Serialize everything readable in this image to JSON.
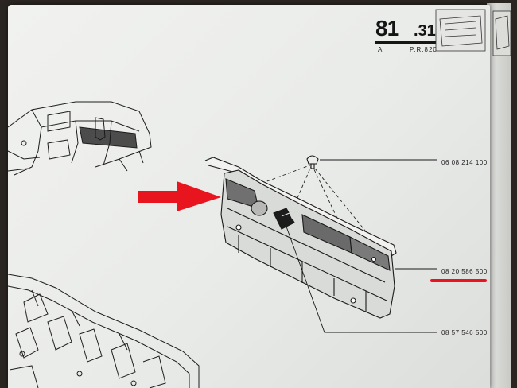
{
  "header": {
    "section_number": "81",
    "section_sub": ".31",
    "variant": "A",
    "reference": "P.R.820"
  },
  "parts": [
    {
      "number": "06 08 214 100"
    },
    {
      "number": "08 20 586 500"
    },
    {
      "number": "08 57 546 500"
    }
  ],
  "highlight": {
    "arrow_color": "#e8141e",
    "underline_color": "#e8141e"
  }
}
